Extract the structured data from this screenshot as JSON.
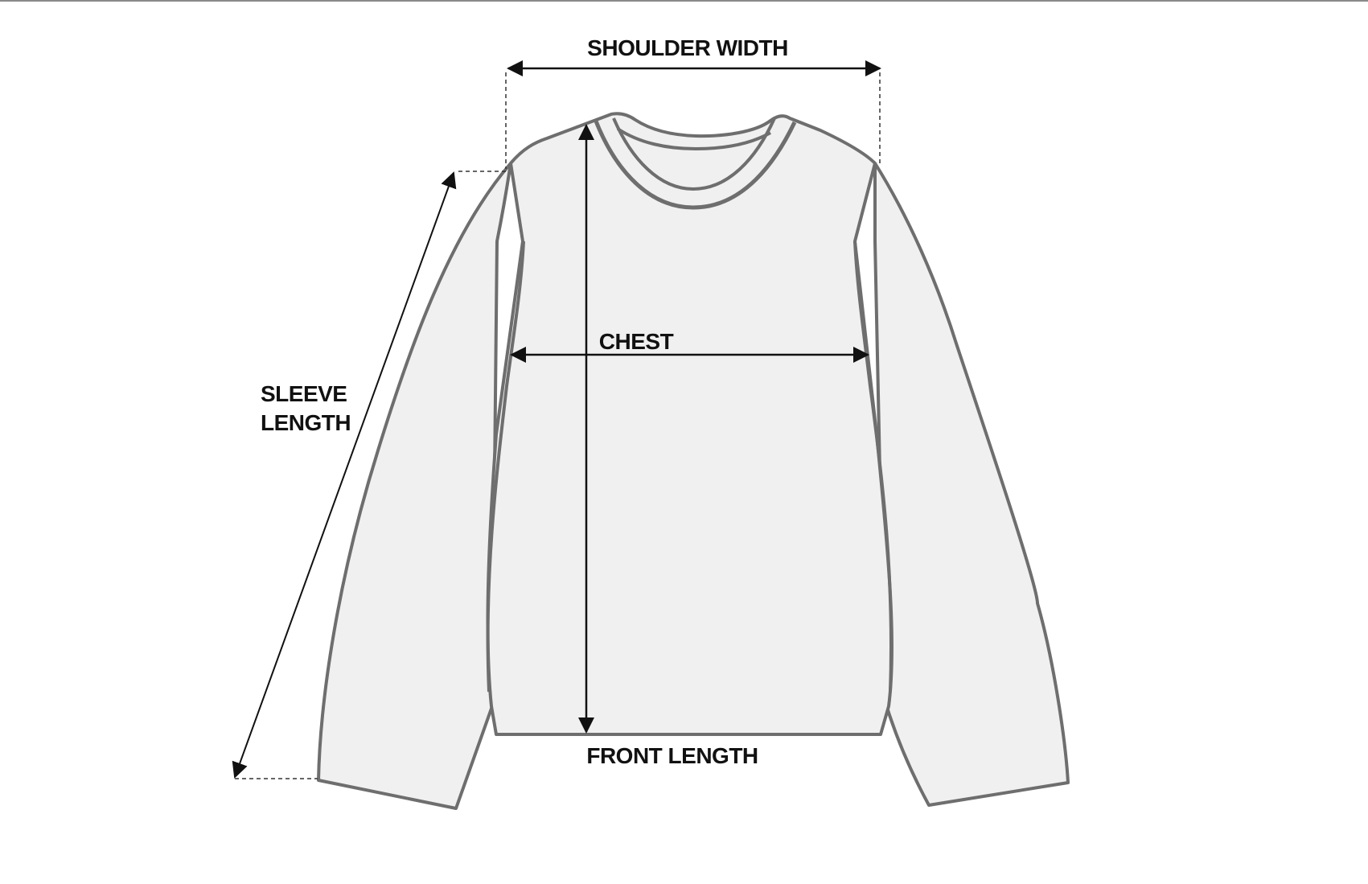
{
  "labels": {
    "shoulder_width": "SHOULDER WIDTH",
    "chest": "CHEST",
    "sleeve_length_line1": "SLEEVE",
    "sleeve_length_line2": "LENGTH",
    "front_length": "FRONT LENGTH"
  },
  "colors": {
    "garment_fill": "#f0f0f0",
    "garment_outline": "#6e6e6e",
    "arrow": "#111111",
    "text": "#111111"
  }
}
